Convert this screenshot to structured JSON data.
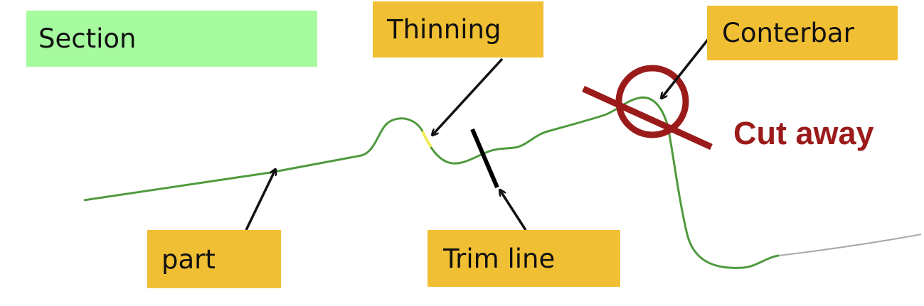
{
  "labels": {
    "section": "Section",
    "thinning": "Thinning",
    "counterbar": "Conterbar",
    "part": "part",
    "trim_line": "Trim line",
    "cut_away": "Cut away"
  },
  "colors": {
    "section_box": "#a6fb9e",
    "label_box": "#f1bf33",
    "profile_line": "#4f9a3e",
    "thinning_highlight": "#f0ec5a",
    "cut_mark": "#9b1b1b",
    "arrow": "#111111",
    "trim_line": "#000000",
    "scrap_tail": "#a8a8a8"
  }
}
